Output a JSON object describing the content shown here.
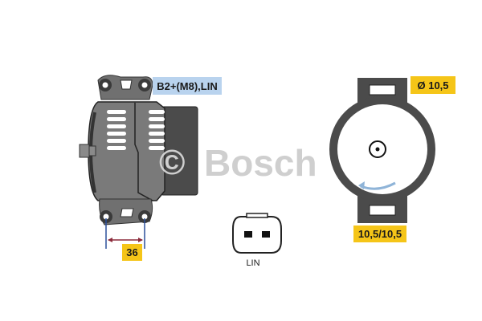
{
  "watermark": {
    "copyright": "©",
    "brand": "Bosch"
  },
  "labels": {
    "terminal": "B2+(M8),LIN",
    "mount_spacing": "36",
    "hole_diameter": "Ø 10,5",
    "slot_sizes": "10,5/10,5",
    "connector": "LIN"
  },
  "colors": {
    "terminal_label_bg": "#b9d3ee",
    "dimension_label_bg": "#f5c518",
    "body": "#6e6e6e",
    "dark": "#4a4a4a",
    "dimension_line": "#2a4f9a",
    "arrow": "#8b2a3a"
  }
}
